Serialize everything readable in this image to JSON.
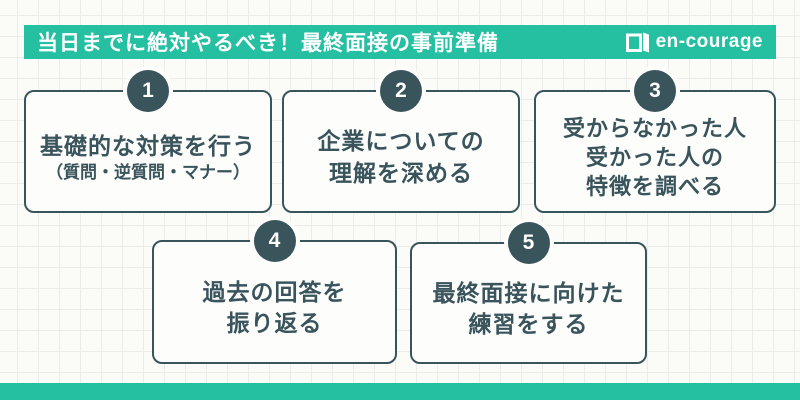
{
  "header": {
    "title": "当日までに絶対やるべき！最終面接の事前準備",
    "logo_text": "en-courage"
  },
  "steps": [
    {
      "number": "1",
      "lines": [
        "基礎的な対策を行う",
        "（質問・逆質問・マナー）"
      ]
    },
    {
      "number": "2",
      "lines": [
        "企業についての",
        "理解を深める"
      ]
    },
    {
      "number": "3",
      "lines": [
        "受からなかった人",
        "受かった人の",
        "特徴を調べる"
      ]
    },
    {
      "number": "4",
      "lines": [
        "過去の回答を",
        "振り返る"
      ]
    },
    {
      "number": "5",
      "lines": [
        "最終面接に向けた",
        "練習をする"
      ]
    }
  ],
  "colors": {
    "brand_teal": "#25bfa1",
    "dark_slate": "#3a545c"
  }
}
